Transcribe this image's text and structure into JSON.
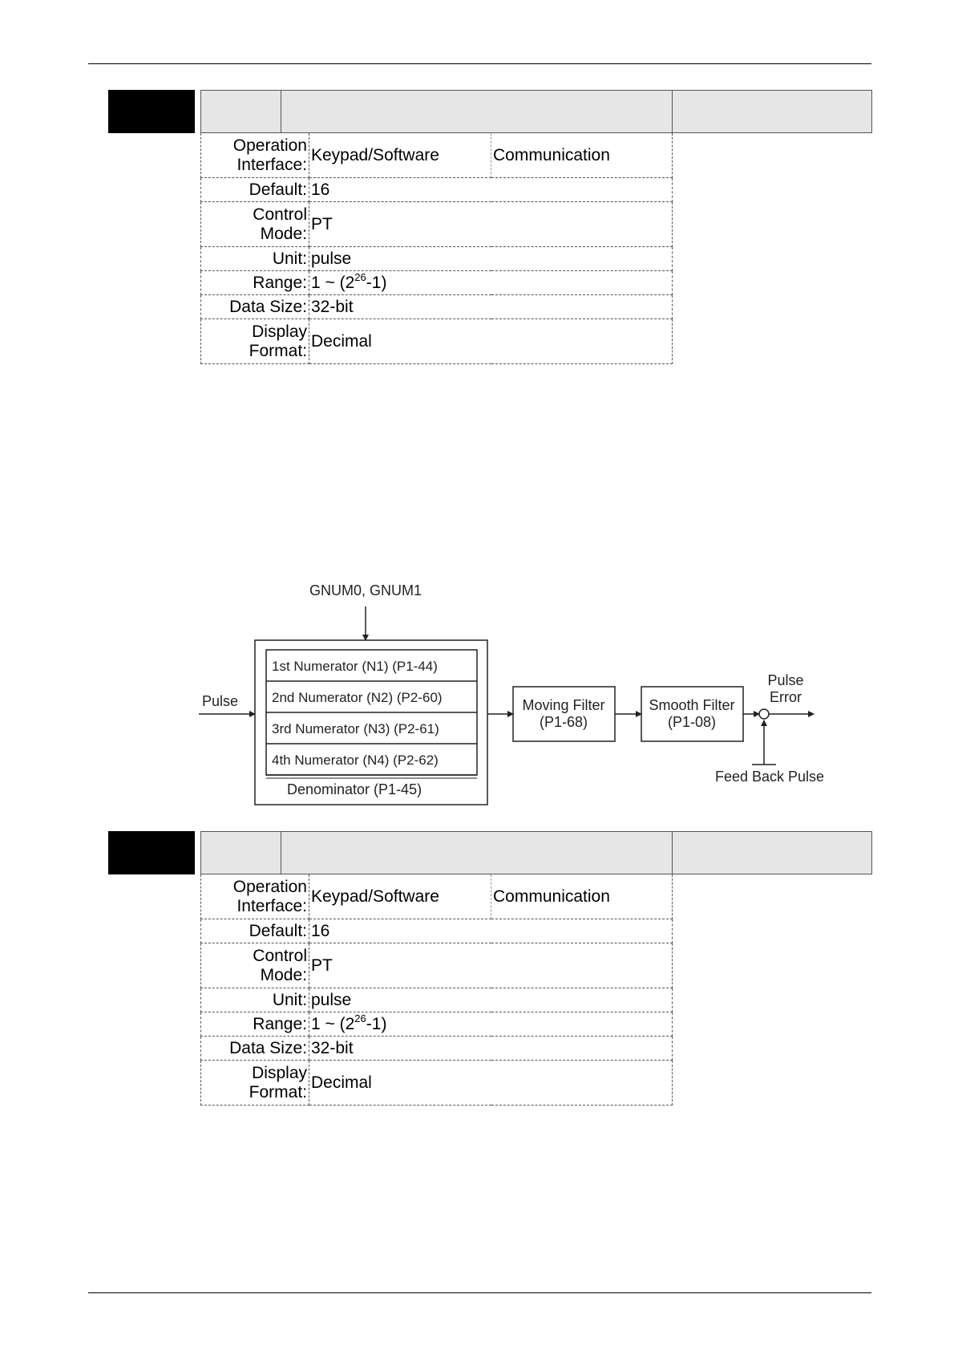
{
  "param1": {
    "rows": {
      "interface_label": "Operation Interface:",
      "interface_keypad": "Keypad/Software",
      "interface_comm": "Communication",
      "default_label": "Default:",
      "default_value": "16",
      "control_label": "Control Mode:",
      "control_value": "PT",
      "unit_label": "Unit:",
      "unit_value": "pulse",
      "range_label": "Range:",
      "range_prefix": "1 ~ (2",
      "range_exp": "26",
      "range_suffix": "-1)",
      "size_label": "Data Size:",
      "size_value": "32-bit",
      "display_label": "Display Format:",
      "display_value": "Decimal"
    }
  },
  "diagram": {
    "gnum": "GNUM0, GNUM1",
    "pulse": "Pulse",
    "numerators": [
      "1st Numerator (N1) (P1-44)",
      "2nd Numerator (N2) (P2-60)",
      "3rd Numerator (N3) (P2-61)",
      "4th Numerator (N4) (P2-62)"
    ],
    "denominator": "Denominator (P1-45)",
    "moving_filter": [
      "Moving Filter",
      "(P1-68)"
    ],
    "smooth_filter": [
      "Smooth Filter",
      "(P1-08)"
    ],
    "pulse_error": [
      "Pulse",
      "Error"
    ],
    "feedback": "Feed Back Pulse"
  },
  "param2": {
    "rows": {
      "interface_label": "Operation Interface:",
      "interface_keypad": "Keypad/Software",
      "interface_comm": "Communication",
      "default_label": "Default:",
      "default_value": "16",
      "control_label": "Control Mode:",
      "control_value": "PT",
      "unit_label": "Unit:",
      "unit_value": "pulse",
      "range_label": "Range:",
      "range_prefix": "1 ~ (2",
      "range_exp": "26",
      "range_suffix": "-1)",
      "size_label": "Data Size:",
      "size_value": "32-bit",
      "display_label": "Display Format:",
      "display_value": "Decimal"
    }
  }
}
